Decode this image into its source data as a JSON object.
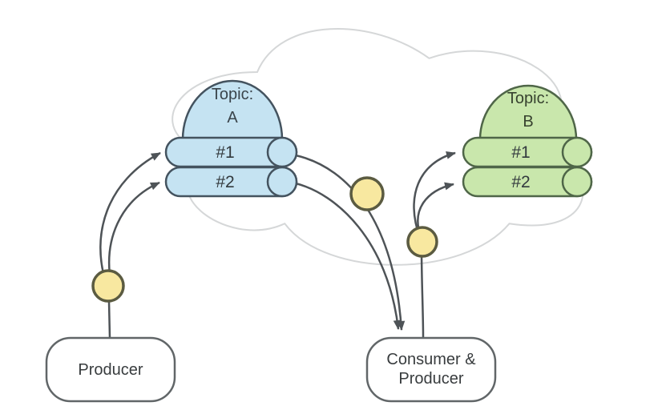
{
  "diagram": {
    "description": "Messaging topics diagram inside a cluster cloud",
    "cloud": {
      "stroke": "#d5d7d8"
    },
    "edge_color": "#4e5357",
    "connection_dot": {
      "fill": "#f8e8a0",
      "stroke": "#5b5b41"
    },
    "partition_text_color": "#333a3e",
    "node_fill": "#ffffff",
    "node_stroke": "#616668",
    "node_text_color": "#383c3e",
    "topic_a": {
      "title_line1": "Topic:",
      "title_line2": "A",
      "fill": "#c5e3f2",
      "stroke": "#44535f",
      "text_color": "#3a444b",
      "partitions": [
        "#1",
        "#2"
      ]
    },
    "topic_b": {
      "title_line1": "Topic:",
      "title_line2": "B",
      "fill": "#c9e7ac",
      "stroke": "#4f6648",
      "text_color": "#37422f",
      "partitions": [
        "#1",
        "#2"
      ]
    },
    "producer": {
      "label": "Producer"
    },
    "consumer_producer": {
      "label_line1": "Consumer &",
      "label_line2": "Producer"
    }
  }
}
